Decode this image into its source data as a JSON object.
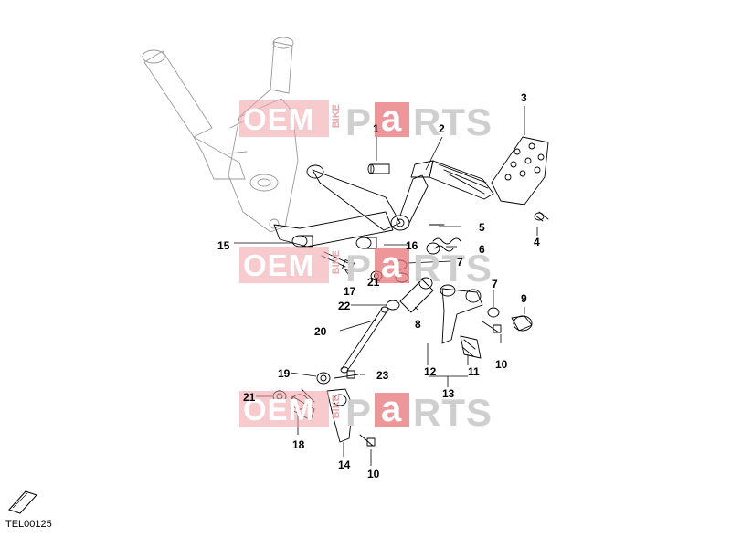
{
  "watermark": {
    "oem": "OEM",
    "bike": "BIKE",
    "p": "P",
    "a": "a",
    "rts": "RTS"
  },
  "callouts": [
    "1",
    "2",
    "3",
    "4",
    "5",
    "6",
    "7",
    "7",
    "8",
    "9",
    "10",
    "10",
    "11",
    "12",
    "13",
    "14",
    "15",
    "16",
    "17",
    "18",
    "19",
    "20",
    "21",
    "21",
    "22",
    "23"
  ],
  "reference_code": "TEL00125"
}
